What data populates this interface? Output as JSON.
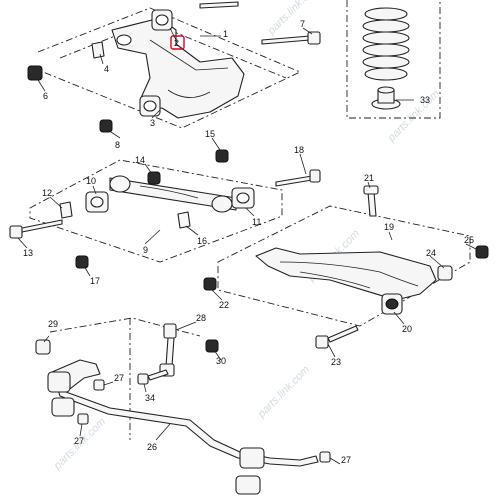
{
  "diagram": {
    "callouts": [
      {
        "id": "c1",
        "label": "1"
      },
      {
        "id": "c2",
        "label": "2",
        "highlighted": true
      },
      {
        "id": "c3",
        "label": "3"
      },
      {
        "id": "c4",
        "label": "4"
      },
      {
        "id": "c6",
        "label": "6"
      },
      {
        "id": "c7",
        "label": "7"
      },
      {
        "id": "c8",
        "label": "8"
      },
      {
        "id": "c9",
        "label": "9"
      },
      {
        "id": "c10",
        "label": "10"
      },
      {
        "id": "c11",
        "label": "11"
      },
      {
        "id": "c12",
        "label": "12"
      },
      {
        "id": "c13",
        "label": "13"
      },
      {
        "id": "c14",
        "label": "14"
      },
      {
        "id": "c15",
        "label": "15"
      },
      {
        "id": "c16",
        "label": "16"
      },
      {
        "id": "c17",
        "label": "17"
      },
      {
        "id": "c18",
        "label": "18"
      },
      {
        "id": "c19",
        "label": "19"
      },
      {
        "id": "c20",
        "label": "20"
      },
      {
        "id": "c21",
        "label": "21"
      },
      {
        "id": "c22",
        "label": "22"
      },
      {
        "id": "c23",
        "label": "23"
      },
      {
        "id": "c24",
        "label": "24"
      },
      {
        "id": "c25",
        "label": "25"
      },
      {
        "id": "c26",
        "label": "26"
      },
      {
        "id": "c27a",
        "label": "27"
      },
      {
        "id": "c27b",
        "label": "27"
      },
      {
        "id": "c27c",
        "label": "27"
      },
      {
        "id": "c28",
        "label": "28"
      },
      {
        "id": "c29",
        "label": "29"
      },
      {
        "id": "c30",
        "label": "30"
      },
      {
        "id": "c33",
        "label": "33"
      },
      {
        "id": "c34",
        "label": "34"
      }
    ],
    "watermark": "parts.link.com",
    "highlight_color": "#e3001b"
  }
}
